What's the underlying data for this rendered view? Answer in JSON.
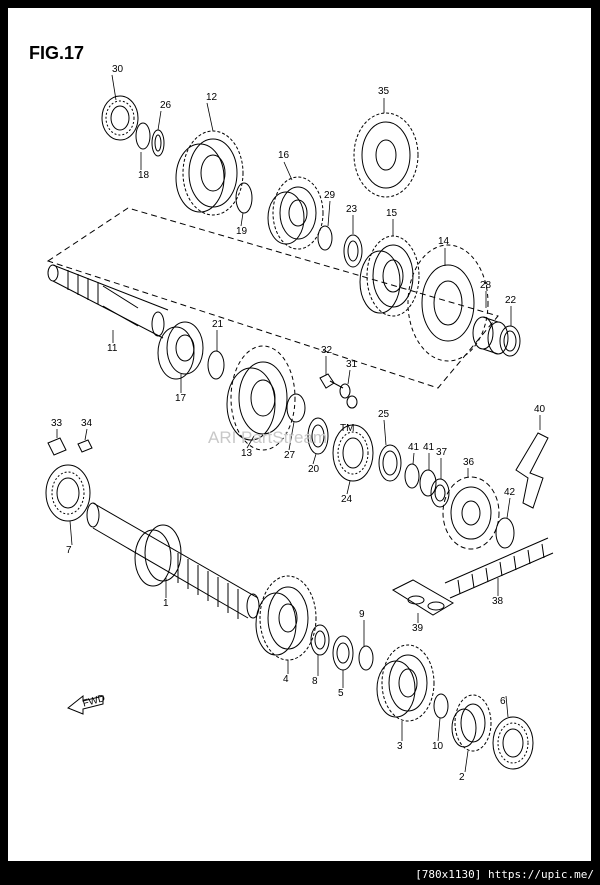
{
  "figure": {
    "title": "FIG.17"
  },
  "watermark": {
    "text": "ARI PartStream",
    "tm": "TM"
  },
  "parts": [
    {
      "number": "30"
    },
    {
      "number": "26"
    },
    {
      "number": "12"
    },
    {
      "number": "18"
    },
    {
      "number": "35"
    },
    {
      "number": "16"
    },
    {
      "number": "19"
    },
    {
      "number": "29"
    },
    {
      "number": "23"
    },
    {
      "number": "15"
    },
    {
      "number": "14"
    },
    {
      "number": "28"
    },
    {
      "number": "22"
    },
    {
      "number": "11"
    },
    {
      "number": "21"
    },
    {
      "number": "17"
    },
    {
      "number": "32"
    },
    {
      "number": "31"
    },
    {
      "number": "13"
    },
    {
      "number": "27"
    },
    {
      "number": "20"
    },
    {
      "number": "25"
    },
    {
      "number": "24"
    },
    {
      "number": "33"
    },
    {
      "number": "34"
    },
    {
      "number": "40"
    },
    {
      "number": "41"
    },
    {
      "number": "41"
    },
    {
      "number": "37"
    },
    {
      "number": "36"
    },
    {
      "number": "42"
    },
    {
      "number": "7"
    },
    {
      "number": "1"
    },
    {
      "number": "38"
    },
    {
      "number": "39"
    },
    {
      "number": "9"
    },
    {
      "number": "4"
    },
    {
      "number": "8"
    },
    {
      "number": "5"
    },
    {
      "number": "6"
    },
    {
      "number": "3"
    },
    {
      "number": "10"
    },
    {
      "number": "2"
    }
  ],
  "direction_marker": {
    "label": "FWD"
  },
  "footer": {
    "text": "[780x1130] https://upic.me/"
  }
}
